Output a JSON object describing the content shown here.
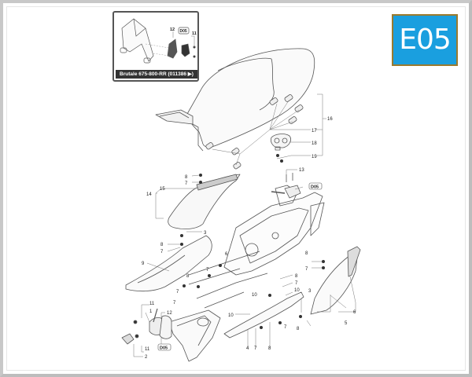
{
  "page": {
    "section_code": "E05",
    "badge_colors": {
      "fill": "#1a9fdf",
      "border": "#9a7a2e",
      "text": "#ffffff"
    }
  },
  "inset": {
    "caption": "Brutale 675-800-RR (011386 ▶)",
    "labels": {
      "part_12": "12",
      "ref_d05": "D05",
      "part_11": "11"
    }
  },
  "callouts": {
    "seat_group": "16",
    "seat_buffers": "17",
    "seat_lock_bracket": "18",
    "screws_19": "19",
    "side_panel_group": "14",
    "side_panel_upper": "15",
    "screw_8_top": "8",
    "washer_7_top": "7",
    "clip_3_left": "3",
    "screw_8_left": "8",
    "washer_7_left": "7",
    "left_cover": "9",
    "screw_6_left": "6",
    "washer_7_mid": "7",
    "screw_8_mid": "8",
    "washer_7_mid2": "7",
    "washer_7_low": "7",
    "lock_13": "13",
    "ref_d05_lock": "D05",
    "screw_8_right": "8",
    "washer_7_right": "7",
    "clip_3_right": "3",
    "right_cover": "5",
    "reflector_6": "6",
    "screw_8_under": "8",
    "washer_7_under": "7",
    "nut_10_under": "10",
    "clip_10_left": "10",
    "clip_10_low": "10",
    "lower_fairing_4": "4",
    "washer_7_bottom": "7",
    "screw_8_bottom": "8",
    "washer_7_bottom2": "7",
    "screw_8_bottom2": "8",
    "nut_11_top": "11",
    "pin_1": "1",
    "plate_12": "12",
    "nut_11_bottom": "11",
    "knob_2": "2",
    "ref_d05_bottom": "D05"
  }
}
